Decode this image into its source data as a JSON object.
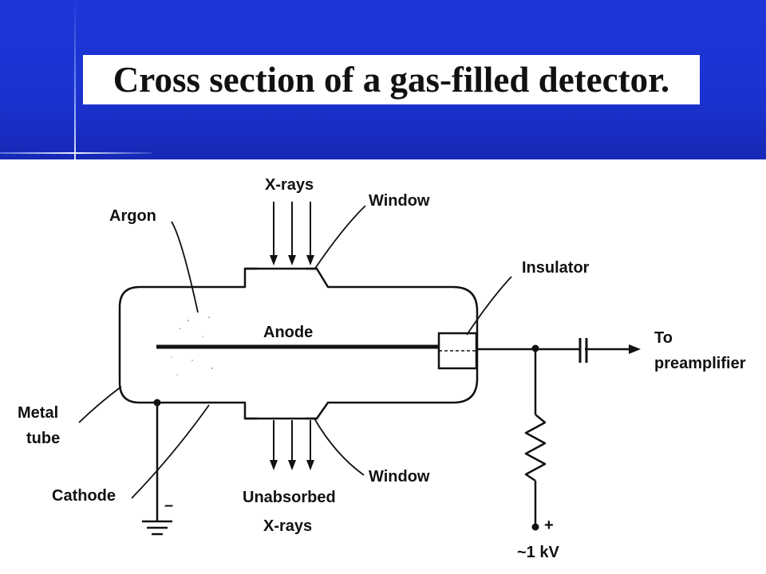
{
  "slide": {
    "title": "Cross section of a gas-filled detector.",
    "colors": {
      "background_band": "#1a33d0",
      "title_box": "#ffffff",
      "line": "#111111"
    }
  },
  "diagram": {
    "labels": {
      "xrays_in": "X-rays",
      "window_top": "Window",
      "argon": "Argon",
      "insulator": "Insulator",
      "anode": "Anode",
      "to": "To",
      "preamplifier": "preamplifier",
      "metal": "Metal",
      "tube": "tube",
      "cathode": "Cathode",
      "minus": "–",
      "unabsorbed": "Unabsorbed",
      "xrays_out": "X-rays",
      "window_bottom": "Window",
      "plus": "+",
      "voltage": "~1 kV"
    },
    "icons": [
      "ground-icon",
      "resistor-icon",
      "capacitor-icon",
      "arrow-icon",
      "insulator-icon"
    ]
  }
}
